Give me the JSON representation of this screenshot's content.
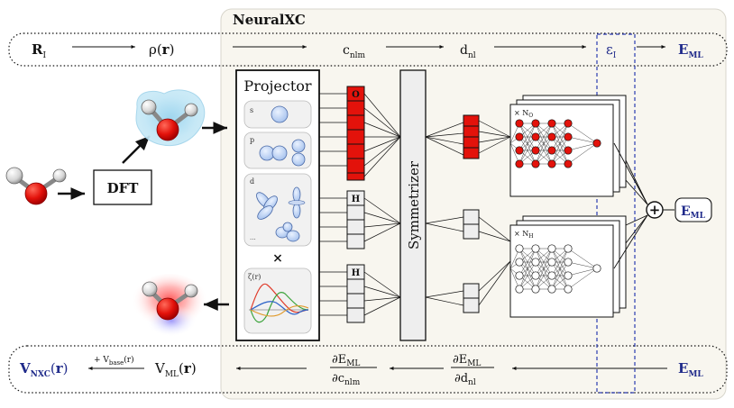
{
  "title": "NeuralXC",
  "top_row": {
    "r_main": "R",
    "r_sub": "I",
    "rho_pre": "ρ(",
    "rho_r": "r",
    "rho_post": ")",
    "c_main": "c",
    "c_sub": "nlm",
    "d_main": "d",
    "d_sub": "nl",
    "eps_main": "ε",
    "eps_sub": "I",
    "e_main": "E",
    "e_sub": "ML"
  },
  "bottom_row": {
    "v_main": "V",
    "v_sub": "NXC",
    "v_post_pre": "(",
    "v_r": "r",
    "v_post": ")",
    "vbase_plus": "+ V",
    "vbase_sub": "base",
    "vbase_post": "(r)",
    "vml_main": "V",
    "vml_sub": "ML",
    "vml_pre": "(",
    "vml_r": "r",
    "vml_post": ")",
    "dc_num": "∂E",
    "dc_num_sub": "ML",
    "dc_den": "∂c",
    "dc_den_sub": "nlm",
    "dd_num": "∂E",
    "dd_num_sub": "ML",
    "dd_den": "∂d",
    "dd_den_sub": "nl",
    "e_main": "E",
    "e_sub": "ML"
  },
  "dft_label": "DFT",
  "projector": {
    "title": "Projector",
    "s_label": "s",
    "p_label": "p",
    "d_label": "d",
    "ellipsis": "...",
    "times": "×",
    "zeta_label": "ζ(r)"
  },
  "channels": {
    "o_label": "O",
    "h_label": "H",
    "h2_label": "H"
  },
  "symmetrizer_label": "Symmetrizer",
  "networks": {
    "o_prefix": "× N",
    "o_sub": "O",
    "h_prefix": "× N",
    "h_sub": "H"
  },
  "sum_symbol": "+",
  "output_main": "E",
  "output_sub": "ML",
  "colors": {
    "accent_blue": "#1f2a8a",
    "red": "#e3120b",
    "panel_fill": "#f8f6ef",
    "box_gray": "#eeeeee"
  }
}
